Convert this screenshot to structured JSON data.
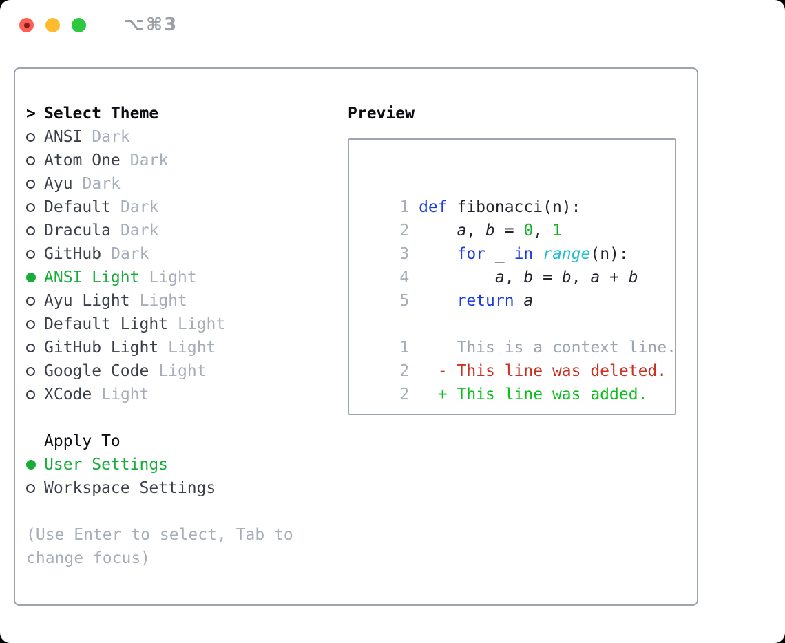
{
  "window": {
    "title": "⌥⌘3"
  },
  "colors": {
    "tl_red": "#ff5d55",
    "tl_yellow": "#febb2e",
    "tl_green": "#2bc840",
    "tl_red_dot": "#7e231c",
    "title_gray": "#9aa0a6",
    "border": "#9ca4af",
    "ink": "#0b0d10",
    "item_ink": "#3a4049",
    "muted": "#a7aeba",
    "accent_green": "#18ac39",
    "code_ink": "#21252b",
    "kw": "#1a3ee0",
    "num": "#14b02a",
    "fn": "#22bfd0",
    "ctx": "#9ba3ae",
    "del": "#c93122",
    "add": "#0bbf1d"
  },
  "theme_picker": {
    "header_prefix": ">",
    "header": "Select Theme",
    "items": [
      {
        "name": "ANSI",
        "variant": "Dark",
        "selected": false
      },
      {
        "name": "Atom One",
        "variant": "Dark",
        "selected": false
      },
      {
        "name": "Ayu",
        "variant": "Dark",
        "selected": false
      },
      {
        "name": "Default",
        "variant": "Dark",
        "selected": false
      },
      {
        "name": "Dracula",
        "variant": "Dark",
        "selected": false
      },
      {
        "name": "GitHub",
        "variant": "Dark",
        "selected": false
      },
      {
        "name": "ANSI Light",
        "variant": "Light",
        "selected": true
      },
      {
        "name": "Ayu Light",
        "variant": "Light",
        "selected": false
      },
      {
        "name": "Default Light",
        "variant": "Light",
        "selected": false
      },
      {
        "name": "GitHub Light",
        "variant": "Light",
        "selected": false
      },
      {
        "name": "Google Code",
        "variant": "Light",
        "selected": false
      },
      {
        "name": "XCode",
        "variant": "Light",
        "selected": false
      }
    ]
  },
  "apply_to": {
    "header": "Apply To",
    "options": [
      {
        "label": "User Settings",
        "selected": true
      },
      {
        "label": "Workspace Settings",
        "selected": false
      }
    ]
  },
  "help_lines": [
    "(Use Enter to select, Tab to",
    "change focus)"
  ],
  "preview": {
    "header": "Preview",
    "lines": [
      {
        "num": "1",
        "tokens": [
          {
            "text": "def",
            "style": "kw"
          },
          {
            "text": " fibonacci(n):",
            "style": "plain"
          }
        ]
      },
      {
        "num": "2",
        "tokens": [
          {
            "text": "    ",
            "style": "plain"
          },
          {
            "text": "a",
            "style": "var"
          },
          {
            "text": ", ",
            "style": "plain"
          },
          {
            "text": "b",
            "style": "var"
          },
          {
            "text": " = ",
            "style": "plain"
          },
          {
            "text": "0",
            "style": "num"
          },
          {
            "text": ", ",
            "style": "plain"
          },
          {
            "text": "1",
            "style": "num"
          }
        ]
      },
      {
        "num": "3",
        "tokens": [
          {
            "text": "    ",
            "style": "plain"
          },
          {
            "text": "for",
            "style": "kw"
          },
          {
            "text": " _ ",
            "style": "plain"
          },
          {
            "text": "in",
            "style": "kw"
          },
          {
            "text": " ",
            "style": "plain"
          },
          {
            "text": "range",
            "style": "fn"
          },
          {
            "text": "(n):",
            "style": "plain"
          }
        ]
      },
      {
        "num": "4",
        "tokens": [
          {
            "text": "        ",
            "style": "plain"
          },
          {
            "text": "a",
            "style": "var"
          },
          {
            "text": ", ",
            "style": "plain"
          },
          {
            "text": "b",
            "style": "var"
          },
          {
            "text": " = ",
            "style": "plain"
          },
          {
            "text": "b",
            "style": "var"
          },
          {
            "text": ", ",
            "style": "plain"
          },
          {
            "text": "a",
            "style": "var"
          },
          {
            "text": " + ",
            "style": "plain"
          },
          {
            "text": "b",
            "style": "var"
          }
        ]
      },
      {
        "num": "5",
        "tokens": [
          {
            "text": "    ",
            "style": "plain"
          },
          {
            "text": "return",
            "style": "kw"
          },
          {
            "text": " ",
            "style": "plain"
          },
          {
            "text": "a",
            "style": "var"
          }
        ]
      },
      {
        "num": "",
        "tokens": []
      },
      {
        "num": "1",
        "tokens": [
          {
            "text": "    This is a context line.",
            "style": "ctx"
          }
        ]
      },
      {
        "num": "2",
        "tokens": [
          {
            "text": "  - This line was deleted.",
            "style": "del"
          }
        ]
      },
      {
        "num": "2",
        "tokens": [
          {
            "text": "  + This line was added.",
            "style": "add"
          }
        ]
      }
    ]
  }
}
